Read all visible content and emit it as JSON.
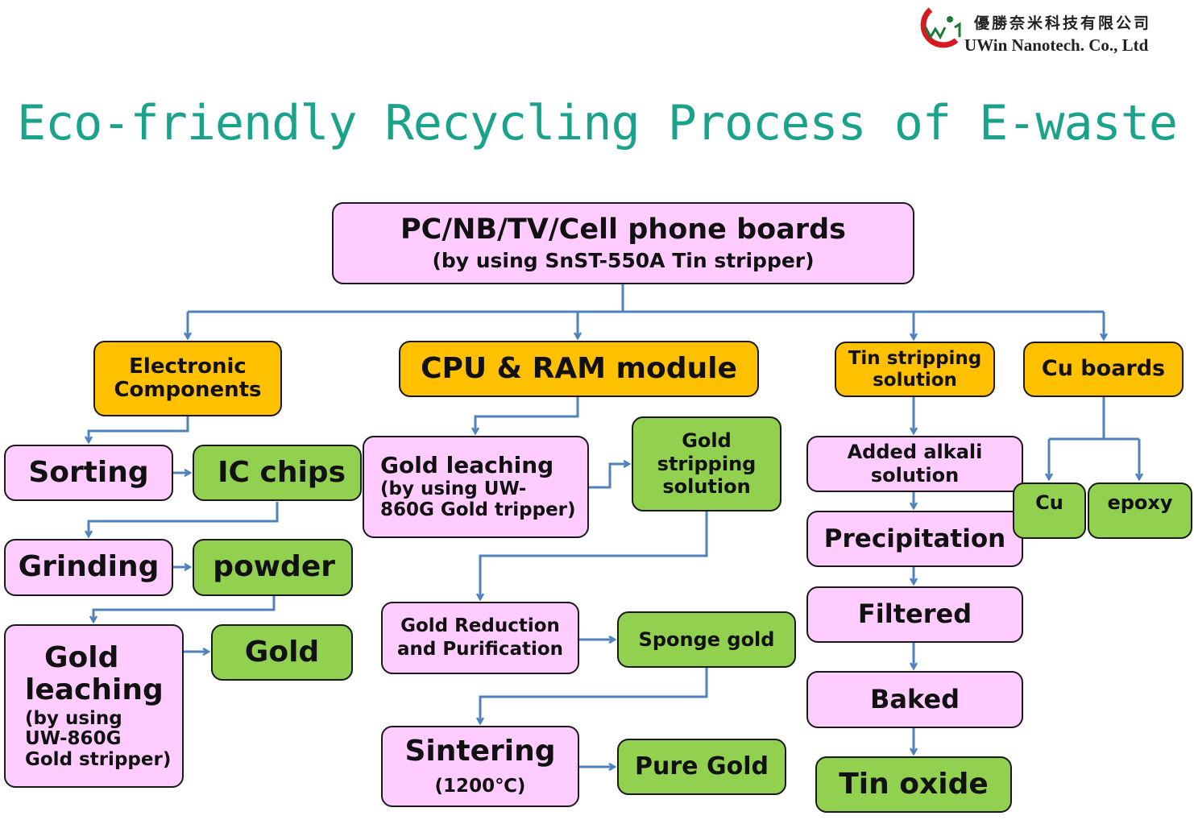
{
  "logo": {
    "chinese_name": "優勝奈米科技有限公司",
    "english_name": "UWin Nanotech. Co., Ltd"
  },
  "title": "Eco-friendly Recycling Process of E-waste",
  "nodes": {
    "boards": {
      "line1": "PC/NB/TV/Cell phone boards",
      "line2": "(by using SnST-550A Tin stripper)"
    },
    "electronic": {
      "line1": "Electronic",
      "line2": "Components"
    },
    "cpu": {
      "label": "CPU & RAM module"
    },
    "tin_solution": {
      "line1": "Tin stripping",
      "line2": "solution"
    },
    "cu_boards": {
      "label": "Cu boards"
    },
    "sorting": {
      "label": "Sorting"
    },
    "ic_chips": {
      "label": "IC chips"
    },
    "grinding": {
      "label": "Grinding"
    },
    "powder": {
      "label": "powder"
    },
    "gold_leaching_left": {
      "line1": "Gold",
      "line2": "leaching",
      "line3": "(by using",
      "line4": "UW-860G",
      "line5": "Gold stripper)"
    },
    "gold": {
      "label": "Gold"
    },
    "gold_leaching_mid": {
      "line1": "Gold leaching",
      "line2": "(by using UW-",
      "line3": "860G Gold tripper)"
    },
    "gold_stripping": {
      "line1": "Gold",
      "line2": "stripping",
      "line3": "solution"
    },
    "gold_reduction": {
      "line1": "Gold Reduction",
      "line2": "and Purification"
    },
    "sponge_gold": {
      "label": "Sponge gold"
    },
    "sintering": {
      "line1": "Sintering",
      "line2": "(1200℃)"
    },
    "pure_gold": {
      "label": "Pure Gold"
    },
    "added_alkali": {
      "line1": "Added alkali",
      "line2": "solution"
    },
    "precipitation": {
      "label": "Precipitation"
    },
    "filtered": {
      "label": "Filtered"
    },
    "baked": {
      "label": "Baked"
    },
    "tin_oxide": {
      "label": "Tin oxide"
    },
    "cu": {
      "label": "Cu"
    },
    "epoxy": {
      "label": "epoxy"
    }
  },
  "colors": {
    "process": "#ffccff",
    "category": "#ffc000",
    "product": "#92d050",
    "connector": "#4f81bd",
    "title": "#1aa38a"
  }
}
